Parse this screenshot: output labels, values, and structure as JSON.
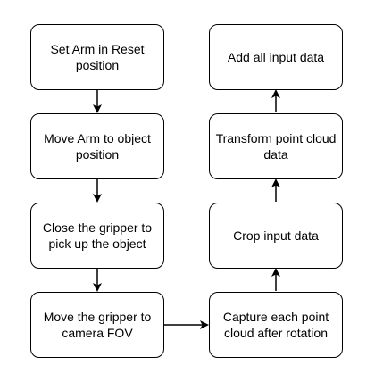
{
  "nodes": [
    {
      "id": "set-arm-reset",
      "label": "Set Arm in Reset position"
    },
    {
      "id": "move-arm-object",
      "label": "Move Arm to object position"
    },
    {
      "id": "close-gripper",
      "label": "Close the gripper to pick up the object"
    },
    {
      "id": "move-gripper-fov",
      "label": "Move the gripper to camera FOV"
    },
    {
      "id": "capture-point-cloud",
      "label": "Capture each point cloud after rotation"
    },
    {
      "id": "crop-input",
      "label": "Crop input data"
    },
    {
      "id": "transform-point-cloud",
      "label": "Transform point cloud data"
    },
    {
      "id": "add-input",
      "label": "Add all input data"
    }
  ],
  "edges": [
    {
      "from": "set-arm-reset",
      "to": "move-arm-object"
    },
    {
      "from": "move-arm-object",
      "to": "close-gripper"
    },
    {
      "from": "close-gripper",
      "to": "move-gripper-fov"
    },
    {
      "from": "move-gripper-fov",
      "to": "capture-point-cloud"
    },
    {
      "from": "capture-point-cloud",
      "to": "crop-input"
    },
    {
      "from": "crop-input",
      "to": "transform-point-cloud"
    },
    {
      "from": "transform-point-cloud",
      "to": "add-input"
    }
  ]
}
